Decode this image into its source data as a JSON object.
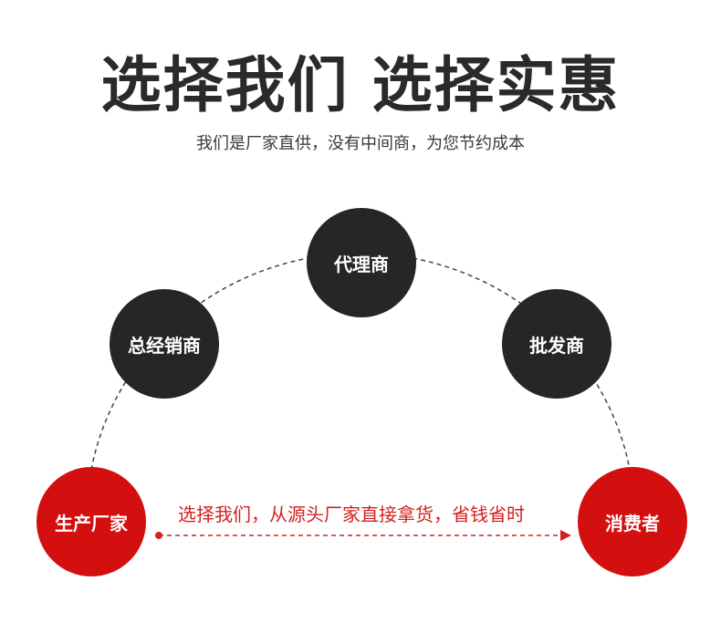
{
  "header": {
    "title": "选择我们 选择实惠",
    "subtitle": "我们是厂家直供，没有中间商，为您节约成本"
  },
  "nodes": {
    "manufacturer": "生产厂家",
    "general_distributor": "总经销商",
    "agent": "代理商",
    "wholesaler": "批发商",
    "consumer": "消费者"
  },
  "flow": {
    "label": "选择我们，从源头厂家直接拿货，省钱省时"
  },
  "colors": {
    "dark_node": "#262626",
    "red_node": "#d40f0f",
    "accent_text": "#d42020",
    "arc": "#444444"
  }
}
